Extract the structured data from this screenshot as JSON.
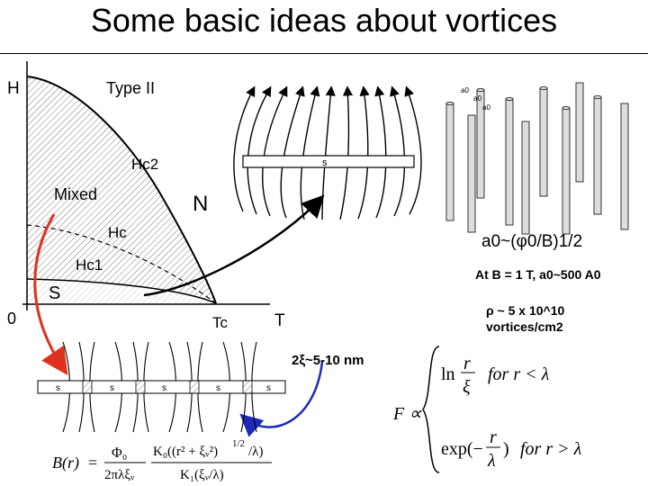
{
  "title": "Some basic ideas about vortices",
  "phase_diagram": {
    "y_axis": "H",
    "x_axis": "T",
    "origin": "0",
    "tc": "Tc",
    "type": "Type II",
    "hc2": "Hc2",
    "hc": "Hc",
    "hc1": "Hc1",
    "mixed": "Mixed",
    "s": "S",
    "n": "N"
  },
  "slab_label": "s",
  "lattice_labels": [
    "a0",
    "a0",
    "a0"
  ],
  "annotations": {
    "a0_relation": "a0~(φ0/B)1/2",
    "a0_value": "At B = 1 T, a0~500 A0",
    "density": "ρ ~ 5 x 10^10 vortices/cm2",
    "core_size": "2ξ~5-10 nm"
  },
  "formulas": {
    "field_profile": "B(r) = Φ0/(2πλξv) · K0((r² + ξv²)^1/2/λ)/K1(ξv/λ)",
    "free_energy": "F ∝ { ln(r/ξ) for r < λ ; exp(-r/λ) for r > λ }"
  },
  "colors": {
    "red_arrow": "#e0301e",
    "blue_arrow": "#1d2bb8"
  }
}
